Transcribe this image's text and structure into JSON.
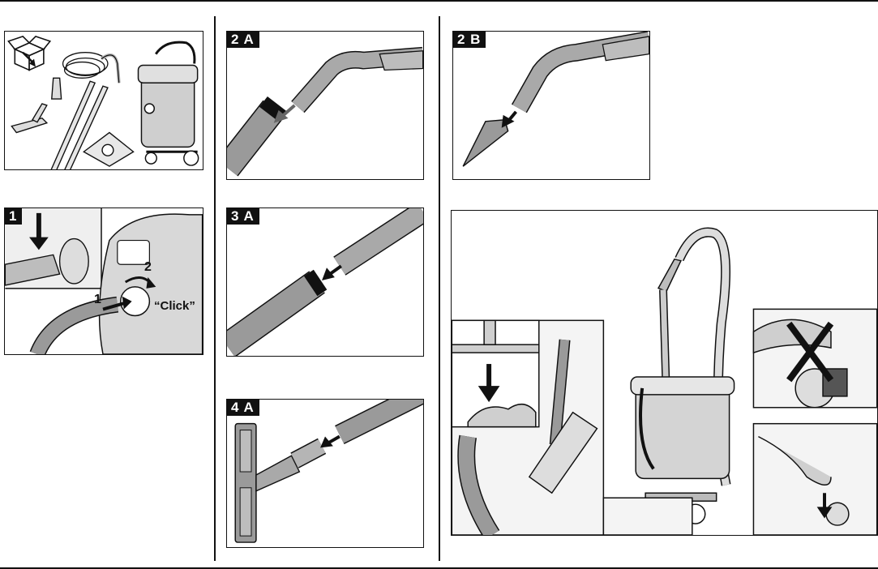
{
  "steps": {
    "step1": "1",
    "step2a": "2 A",
    "step2b": "2 B",
    "step3a": "3 A",
    "step4a": "4 A"
  },
  "callouts": {
    "num_1": "1",
    "num_2": "2",
    "click": "“Click”"
  },
  "icons": {
    "unpack": "open-box-icon",
    "arrow": "arrow-icon",
    "prohibited": "cross-mark-icon"
  },
  "colors": {
    "tube": "#9a9a9a",
    "line": "#111111",
    "light_grey": "#cfcfcf"
  }
}
